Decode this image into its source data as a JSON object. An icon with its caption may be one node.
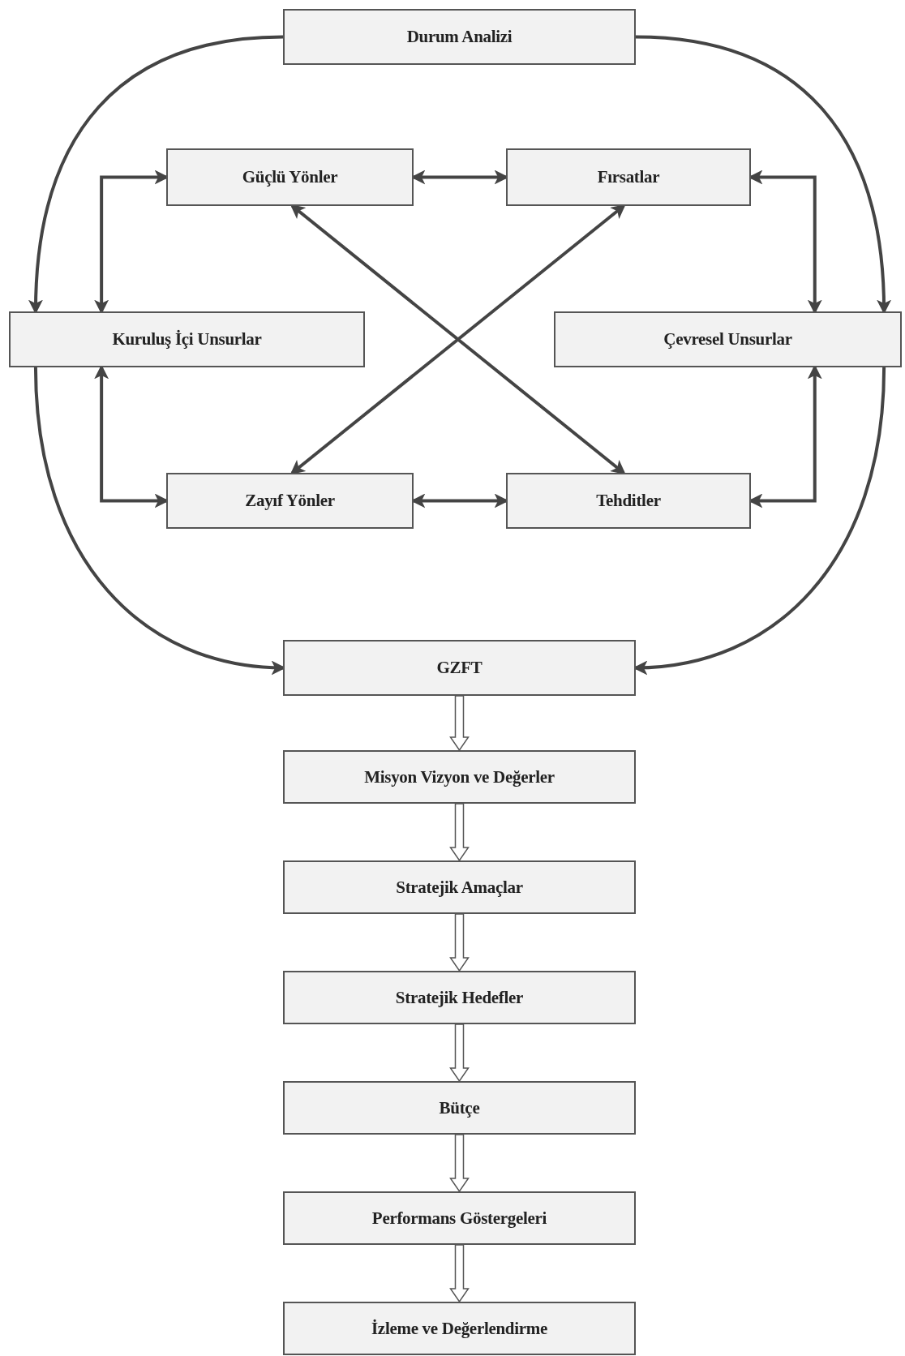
{
  "diagram": {
    "nodes": [
      {
        "text": [
          "Durum Analizi"
        ]
      },
      {
        "text": [
          "Güçlü Yönler"
        ]
      },
      {
        "text": [
          "Fırsatlar"
        ]
      },
      {
        "text": [
          "Kuruluş İçi Unsurlar"
        ]
      },
      {
        "text": [
          "Çevresel Unsurlar"
        ]
      },
      {
        "text": [
          "Zayıf Yönler"
        ]
      },
      {
        "text": [
          "Tehditler"
        ]
      },
      {
        "text": [
          "GZFT"
        ]
      },
      {
        "text": [
          "Misyon Vizyon ve Değerler"
        ]
      },
      {
        "text": [
          "Stratejik Amaçlar"
        ]
      },
      {
        "text": [
          "Stratejik Hedefler"
        ]
      },
      {
        "text": [
          "Bütçe"
        ]
      },
      {
        "text": [
          "Performans Göstergeleri"
        ]
      },
      {
        "text": [
          "İzleme ve Değerlendirme"
        ]
      }
    ],
    "edges": [
      {
        "from": 0,
        "to": 3,
        "arrow": "to"
      },
      {
        "from": 0,
        "to": 4,
        "arrow": "to"
      },
      {
        "from": 1,
        "to": 2,
        "arrow": "both"
      },
      {
        "from": 3,
        "to": 1,
        "arrow": "both"
      },
      {
        "from": 4,
        "to": 2,
        "arrow": "both"
      },
      {
        "from": 1,
        "to": 6,
        "arrow": "both"
      },
      {
        "from": 2,
        "to": 5,
        "arrow": "both"
      },
      {
        "from": 3,
        "to": 5,
        "arrow": "both"
      },
      {
        "from": 4,
        "to": 6,
        "arrow": "both"
      },
      {
        "from": 5,
        "to": 6,
        "arrow": "both"
      },
      {
        "from": 3,
        "to": 7,
        "arrow": "to"
      },
      {
        "from": 4,
        "to": 7,
        "arrow": "to"
      },
      {
        "from": 7,
        "to": 8,
        "arrow": "to"
      },
      {
        "from": 8,
        "to": 9,
        "arrow": "to"
      },
      {
        "from": 9,
        "to": 10,
        "arrow": "to"
      },
      {
        "from": 10,
        "to": 11,
        "arrow": "to"
      },
      {
        "from": 11,
        "to": 12,
        "arrow": "to"
      },
      {
        "from": 12,
        "to": 13,
        "arrow": "to"
      }
    ]
  }
}
